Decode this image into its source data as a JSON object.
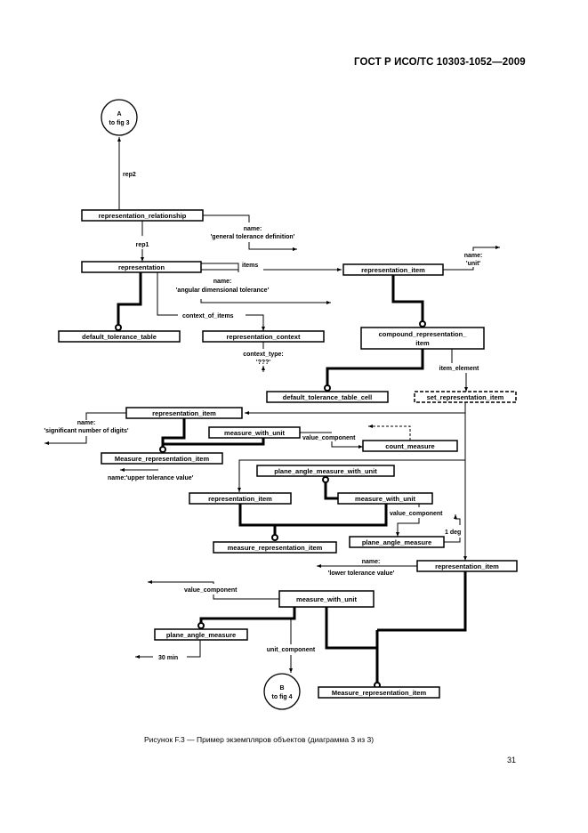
{
  "page": {
    "header": "ГОСТ Р ИСО/ТС 10303-1052—2009",
    "caption": "Рисунок  F.3 — Пример экземпляров объектов (диаграмма 3 из 3)",
    "page_number": "31"
  },
  "diagram": {
    "connectors": {
      "a": {
        "letter": "A",
        "ref": "to fig 3"
      },
      "b": {
        "letter": "B",
        "ref": "to fig 4"
      }
    },
    "entities": {
      "representation_relationship": "representation_relationship",
      "representation": "representation",
      "representation_item_top": "representation_item",
      "default_tolerance_table": "default_tolerance_table",
      "representation_context": "representation_context",
      "compound_representation_item_l1": "compound_representation_",
      "compound_representation_item_l2": "item",
      "default_tolerance_table_cell": "default_tolerance_table_cell",
      "set_representation_item": "set_representation_item",
      "representation_item_sig": "representation_item",
      "measure_with_unit_1": "measure_with_unit",
      "count_measure": "count_measure",
      "measure_representation_item_upper": "Measure_representation_item",
      "plane_angle_measure_with_unit": "plane_angle_measure_with_unit",
      "representation_item_mid": "representation_item",
      "measure_with_unit_2": "measure_with_unit",
      "plane_angle_measure_1": "plane_angle_measure",
      "measure_representation_item_mid": "measure_representation_item",
      "representation_item_lower": "representation_item",
      "measure_with_unit_3": "measure_with_unit",
      "plane_angle_measure_2": "plane_angle_measure",
      "measure_representation_item_lower": "Measure_representation_item"
    },
    "attributes": {
      "rep2": "rep2",
      "rep1": "rep1",
      "name_general_1": "name:",
      "name_general_2": "'general tolerance definition'",
      "items": "items",
      "name_angular_1": "name:",
      "name_angular_2": "'angular dimensional tolerance'",
      "context_of_items": "context_of_items",
      "context_type_1": "context_type:",
      "context_type_2": "'???'",
      "name_unit_1": "name:",
      "name_unit_2": "'unit'",
      "item_element": "item_element",
      "name_sig_1": "name:",
      "name_sig_2": "'significant number of digits'",
      "value_component_1": "value_component",
      "name_upper": "name:'upper tolerance value'",
      "value_component_2": "value_component",
      "one_deg": "1 deg",
      "name_lower_1": "name:",
      "name_lower_2": "'lower tolerance value'",
      "value_component_3": "value_component",
      "thirty_min": "30 min",
      "unit_component": "unit_component"
    }
  }
}
